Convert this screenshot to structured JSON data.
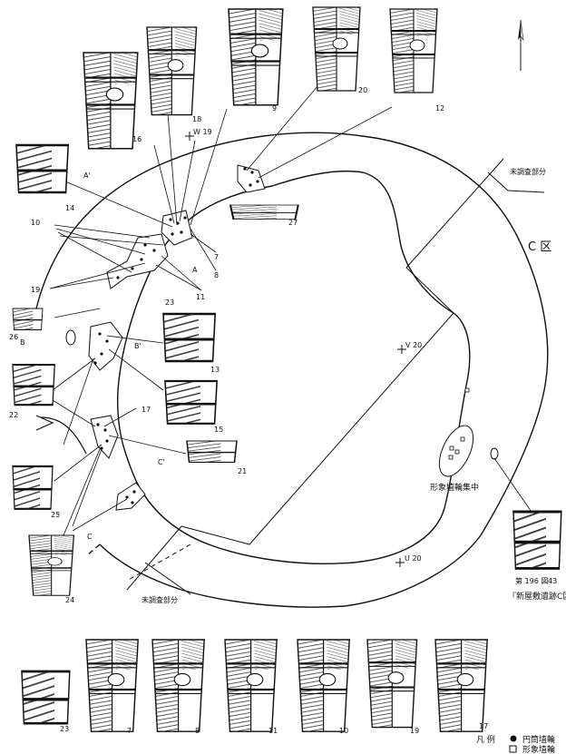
{
  "zone_label": "C 区",
  "unsurveyed_labels": [
    "未調査部分",
    "未調査部分"
  ],
  "grid_points": [
    "W 19",
    "V 20",
    "U 20"
  ],
  "cluster_label": "形象埴輪集中",
  "figure_caption": "第 196 図",
  "figure_number": "43",
  "site_caption": "『新屋敷遺跡C区』",
  "legend": {
    "title": "凡 例",
    "items": [
      {
        "symbol": "filled-circle",
        "label": "円筒埴輪"
      },
      {
        "symbol": "open-square",
        "label": "形象埴輪"
      }
    ]
  },
  "vessel_numbers": [
    "9",
    "20",
    "12",
    "18",
    "16",
    "14",
    "10",
    "27",
    "7",
    "8",
    "19",
    "23",
    "11",
    "26",
    "13",
    "22",
    "15",
    "17",
    "21",
    "25",
    "24",
    "23",
    "7",
    "8",
    "11",
    "10",
    "19",
    "17"
  ],
  "section_marks": [
    "A",
    "A'",
    "B",
    "B'",
    "C",
    "C'"
  ]
}
